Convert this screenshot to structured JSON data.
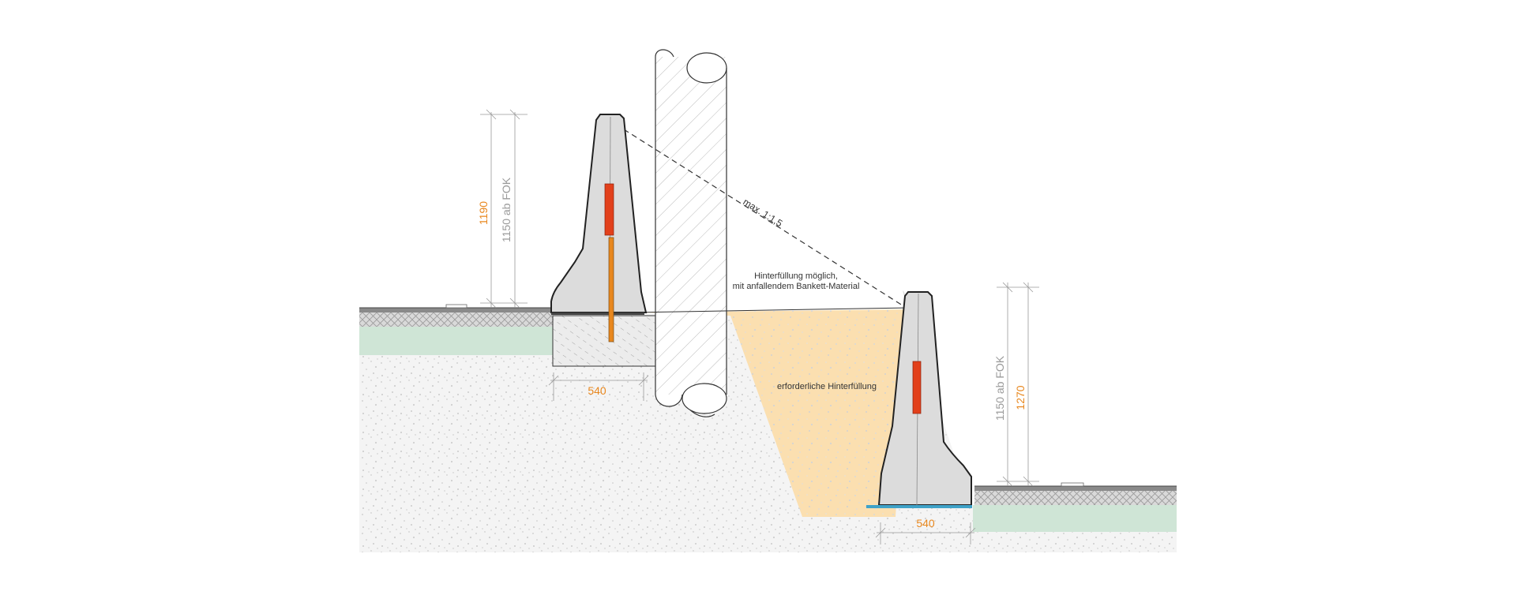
{
  "labels": {
    "slope": "max. 1:1,5",
    "backfill_optional_line1": "Hinterfüllung möglich,",
    "backfill_optional_line2": "mit anfallendem Bankett-Material",
    "backfill_required": "erforderliche Hinterfüllung"
  },
  "dimensions": {
    "left_height_total": "1190",
    "left_height_fok": "1150 ab FOK",
    "left_base_width": "540",
    "right_height_fok": "1150 ab FOK",
    "right_height_total": "1270",
    "right_base_width": "540"
  },
  "colors": {
    "dimension_accent": "#e8871e",
    "dimension_secondary": "#9a9a9a",
    "barrier_fill": "#dcdcdc",
    "reflector": "#e2401b",
    "rebar": "#e8871e",
    "backfill_required": "#fbdfb0",
    "subgrade_green": "#cfe5d6",
    "base_plate_blue": "#3fa2c8"
  }
}
